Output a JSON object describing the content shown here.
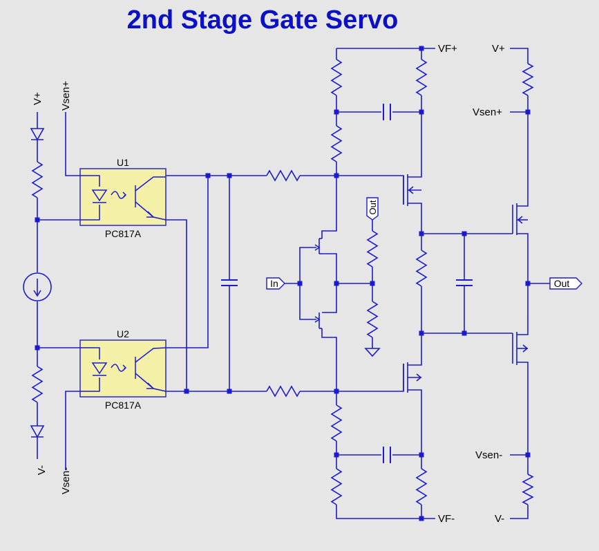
{
  "title": "2nd Stage Gate Servo",
  "colors": {
    "wire": "#1a1ad0",
    "component": "#1a1ad0",
    "node": "#1a1ad0",
    "chip_fill": "#f5f0a8",
    "text": "#000000",
    "title": "#0b10c4",
    "background": "#e6e6e6"
  },
  "components": {
    "u1": {
      "ref": "U1",
      "part": "PC817A"
    },
    "u2": {
      "ref": "U2",
      "part": "PC817A"
    }
  },
  "labels": {
    "vplus_left": "V+",
    "vminus_left": "V-",
    "vsen_plus_left": "Vsen+",
    "vsen_minus_left": "Vsen-",
    "vf_plus": "VF+",
    "vf_minus": "VF-",
    "vplus_right": "V+",
    "vminus_right": "V-",
    "vsen_plus_right": "Vsen+",
    "vsen_minus_right": "Vsen-"
  },
  "ports": {
    "in": "In",
    "out_main": "Out",
    "out_feedback": "Out"
  }
}
